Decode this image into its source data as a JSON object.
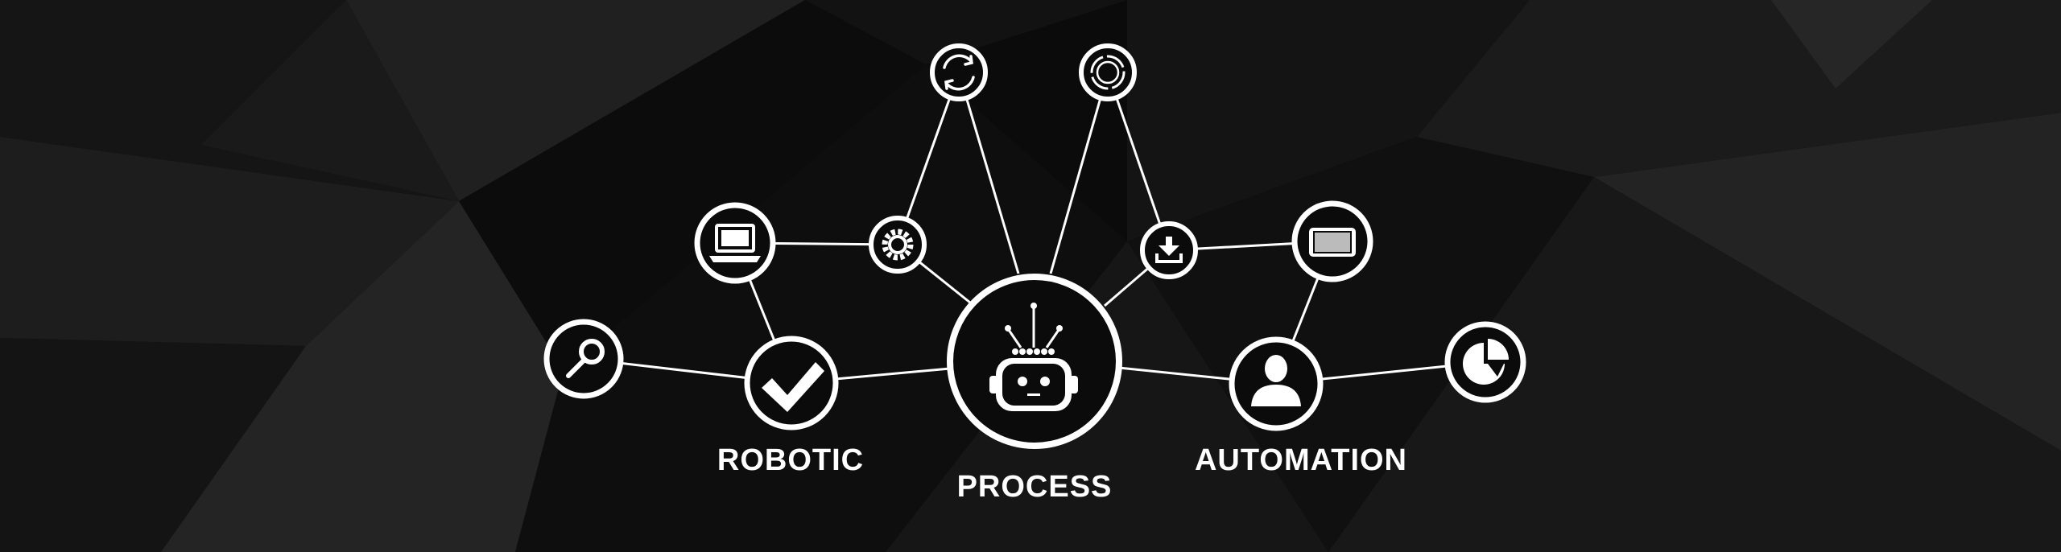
{
  "diagram": {
    "labels": {
      "left": "ROBOTIC",
      "center": "PROCESS",
      "right": "AUTOMATION"
    },
    "icons": {
      "search": "search-icon",
      "laptop": "laptop-icon",
      "checkmark": "checkmark-icon",
      "gear": "gear-icon",
      "refresh": "refresh-icon",
      "target": "target-icon",
      "robot": "robot-icon",
      "download": "download-icon",
      "tablet": "tablet-icon",
      "user": "user-icon",
      "pie_chart": "pie-chart-icon"
    },
    "colors": {
      "background": "#0b0b0b",
      "foreground": "#ffffff"
    }
  }
}
